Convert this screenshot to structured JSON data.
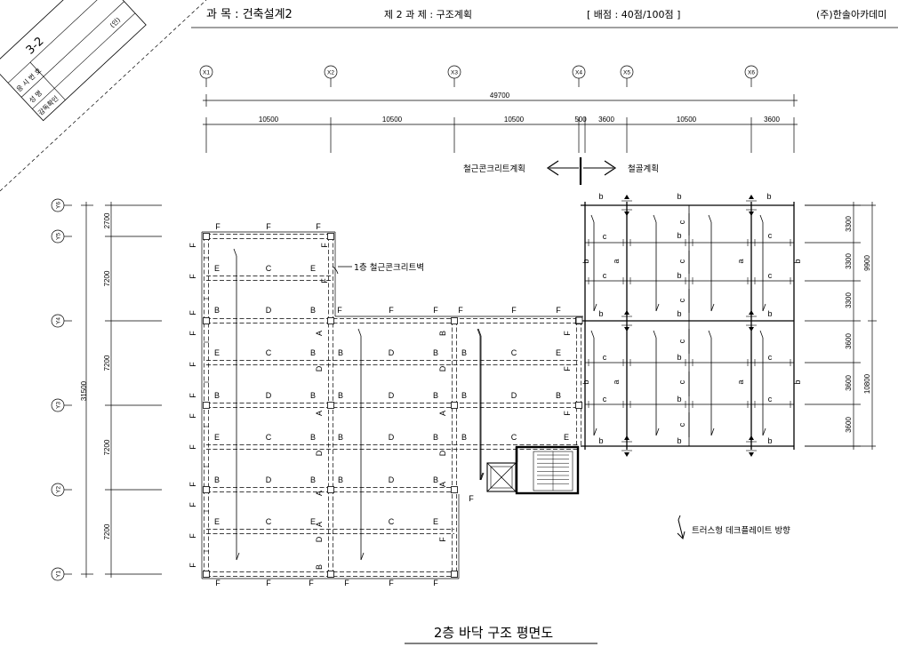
{
  "header": {
    "sheet_no": "3-2",
    "subject": "과 목 : 건축설계2",
    "task": "제 2 과 제 : 구조계획",
    "score": "[ 배점 : 40점/100점 ]",
    "company": "(주)한솔아카데미"
  },
  "stamp": {
    "exam_no_label": "응 시 번 호",
    "name_label": "성 명",
    "seal_label": "(인)",
    "review_label": "감독확인"
  },
  "grid": {
    "x_labels": [
      "X1",
      "X2",
      "X3",
      "X4",
      "X5",
      "X6"
    ],
    "y_labels": [
      "Y6",
      "Y5",
      "Y4",
      "Y3",
      "Y2",
      "Y1"
    ]
  },
  "dims_top": {
    "total": "49700",
    "segments": [
      "10500",
      "10500",
      "10500",
      "500",
      "3600",
      "10500",
      "3600"
    ]
  },
  "dims_left": {
    "total": "31500",
    "segments": [
      "2700",
      "7200",
      "7200",
      "7200",
      "7200"
    ]
  },
  "dims_right": {
    "seg": [
      "3300",
      "3300",
      "3300",
      "3600",
      "3600",
      "3600"
    ],
    "total_upper": "9900",
    "total_lower": "10800"
  },
  "split": {
    "rc": "철근콘크리트계획",
    "steel": "철골계획"
  },
  "annotations": {
    "rc_wall": "1층 철근콘크리트벽",
    "legend": "트러스형 데크플레이트 방향"
  },
  "labels": {
    "F": "F",
    "E": "E",
    "C": "C",
    "B": "B",
    "D": "D",
    "A": "A",
    "a": "a",
    "b": "b",
    "c": "c"
  },
  "title": "2층 바닥 구조 평면도"
}
